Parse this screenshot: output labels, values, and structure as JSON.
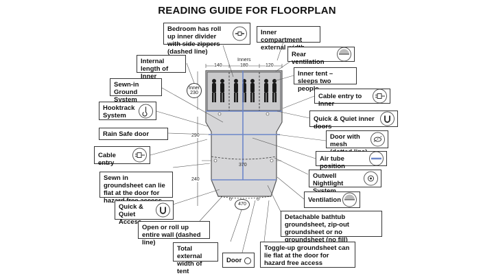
{
  "title": "READING GUIDE FOR FLOORPLAN",
  "dimensions": {
    "inners_label": "Inners",
    "inner_widths": [
      "140",
      "180",
      "120"
    ],
    "inner_length_label": "Inner",
    "inner_length": "230",
    "side_290": "290",
    "side_240": "240",
    "width_370": "370",
    "total_width": "470"
  },
  "labels": {
    "bedroom": "Bedroom has roll up inner divider with side zippers (dashed line)",
    "inner_compartment": "Inner compartment external width",
    "rear_ventilation": "Rear ventilation",
    "internal_length": "Internal length of Inner",
    "inner_tent": "Inner tent – sleeps two people",
    "sewn_in_ground": "Sewn-in Ground System",
    "cable_entry_inner": "Cable entry to Inner",
    "hooktrack": "Hooktrack System",
    "quick_quiet_inner": "Quick & Quiet inner doors",
    "rain_safe": "Rain Safe door",
    "door_mesh": "Door with mesh (dotted line)",
    "cable_entry": "Cable entry",
    "air_tube": "Air tube position",
    "sewn_groundsheet": "Sewn in groundsheet can lie flat at the door for hazard free access",
    "outwell_nightlight": "Outwell Nightlight System",
    "ventilation": "Ventilation",
    "quick_quiet_access": "Quick & Quiet Access",
    "detachable_bathtub": "Detachable bathtub groundsheet, zip-out groundsheet or no groundsheet (no fill)",
    "open_roll_wall": "Open or roll up entire wall (dashed line)",
    "total_external_width": "Total external width of tent",
    "door": "Door",
    "toggle_up": "Toggle-up groundsheet can lie flat at the door for hazard free access"
  },
  "icons": {
    "bedroom": "divider-zip-icon",
    "rear_ventilation": "vent-icon",
    "cable_entry_inner": "plug-icon",
    "hooktrack": "hook-icon",
    "quick_quiet_inner": "magnet-icon",
    "door_mesh": "mesh-door-icon",
    "cable_entry": "plug-icon",
    "air_tube": "air-tube-icon",
    "outwell_nightlight": "nightlight-icon",
    "ventilation": "vent-icon",
    "quick_quiet_access": "magnet-icon"
  },
  "colors": {
    "floor": "#d6d6d8",
    "tube": "#6c86c9",
    "outline": "#555555"
  }
}
